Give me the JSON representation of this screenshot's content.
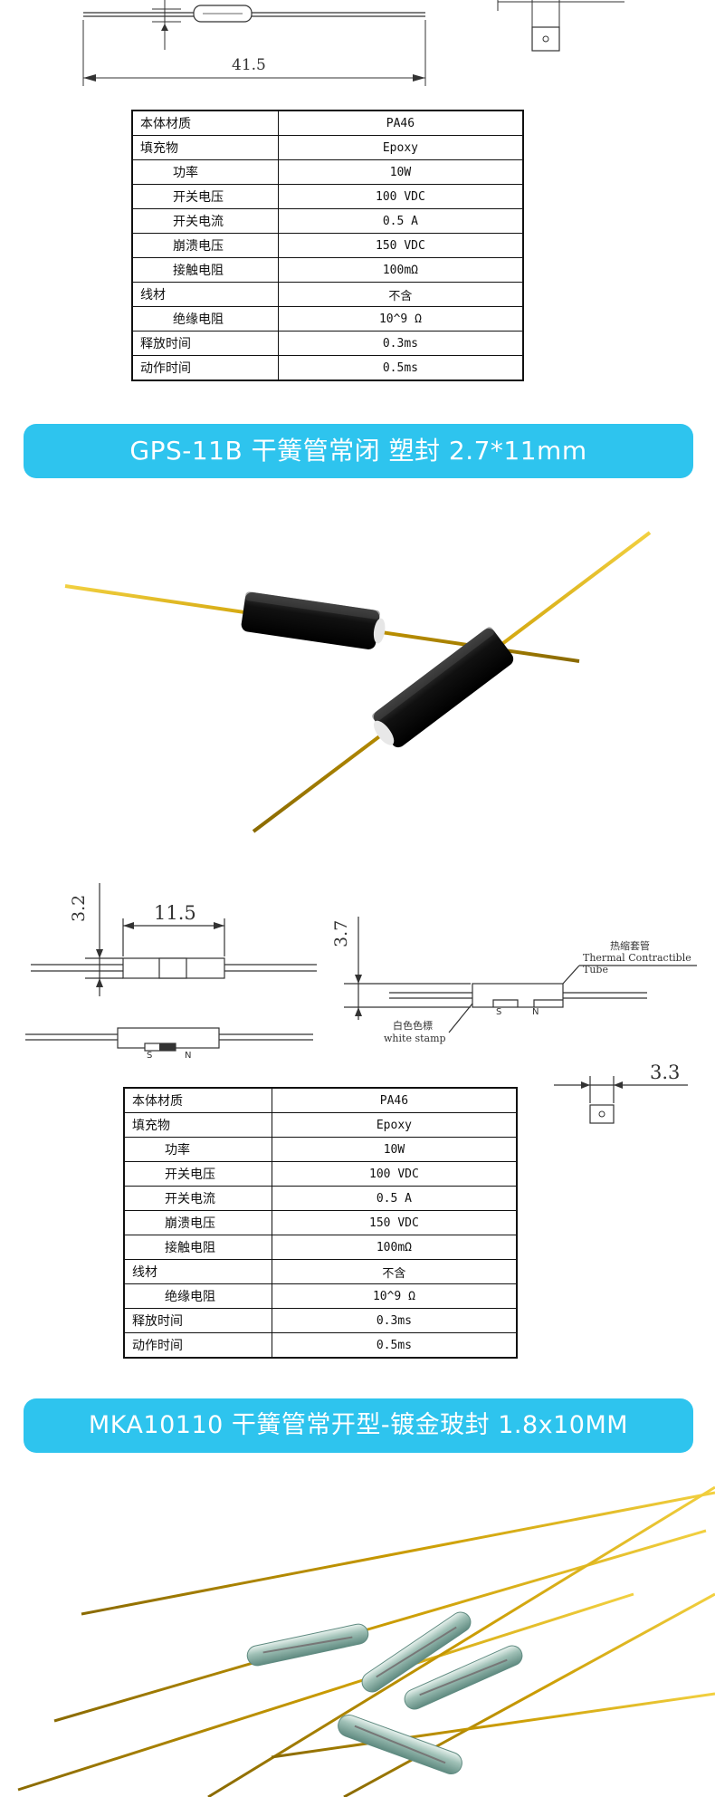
{
  "drawing1": {
    "length": "41.5"
  },
  "table1": {
    "rows": [
      {
        "label": "本体材质",
        "value": "PA46",
        "indent": false
      },
      {
        "label": "填充物",
        "value": "Epoxy",
        "indent": false
      },
      {
        "label": "功率",
        "value": "10W",
        "indent": true
      },
      {
        "label": "开关电压",
        "value": "100 VDC",
        "indent": true
      },
      {
        "label": "开关电流",
        "value": "0.5 A",
        "indent": true
      },
      {
        "label": "崩溃电压",
        "value": "150 VDC",
        "indent": true
      },
      {
        "label": "接触电阻",
        "value": "100mΩ",
        "indent": true
      },
      {
        "label": "线材",
        "value": "不含",
        "indent": false
      },
      {
        "label": "绝缘电阻",
        "value": "10^9 Ω",
        "indent": true
      },
      {
        "label": "释放时间",
        "value": "0.3ms",
        "indent": false
      },
      {
        "label": "动作时间",
        "value": "0.5ms",
        "indent": false
      }
    ]
  },
  "banner1": {
    "text": "GPS-11B 干簧管常闭 塑封 2.7*11mm"
  },
  "drawing2": {
    "height": "3.2",
    "length": "11.5",
    "side_height": "3.7",
    "tube_cn": "热缩套管",
    "tube_en": "Thermal Contractible Tube",
    "stamp_cn": "白色色標",
    "stamp_en": "white stamp",
    "pole_s": "S",
    "pole_n": "N",
    "end_width": "3.3"
  },
  "table2": {
    "rows": [
      {
        "label": "本体材质",
        "value": "PA46",
        "indent": false
      },
      {
        "label": "填充物",
        "value": "Epoxy",
        "indent": false
      },
      {
        "label": "功率",
        "value": "10W",
        "indent": true
      },
      {
        "label": "开关电压",
        "value": "100 VDC",
        "indent": true
      },
      {
        "label": "开关电流",
        "value": "0.5 A",
        "indent": true
      },
      {
        "label": "崩溃电压",
        "value": "150 VDC",
        "indent": true
      },
      {
        "label": "接触电阻",
        "value": "100mΩ",
        "indent": true
      },
      {
        "label": "线材",
        "value": "不含",
        "indent": false
      },
      {
        "label": "绝缘电阻",
        "value": "10^9 Ω",
        "indent": true
      },
      {
        "label": "释放时间",
        "value": "0.3ms",
        "indent": false
      },
      {
        "label": "动作时间",
        "value": "0.5ms",
        "indent": false
      }
    ]
  },
  "banner2": {
    "text": "MKA10110 干簧管常开型-镀金玻封 1.8x10MM"
  },
  "colors": {
    "banner": "#2ec4ee",
    "wire_gold": "#d8a800",
    "body_black": "#1b1b1b",
    "glass": "#a8c6be"
  }
}
